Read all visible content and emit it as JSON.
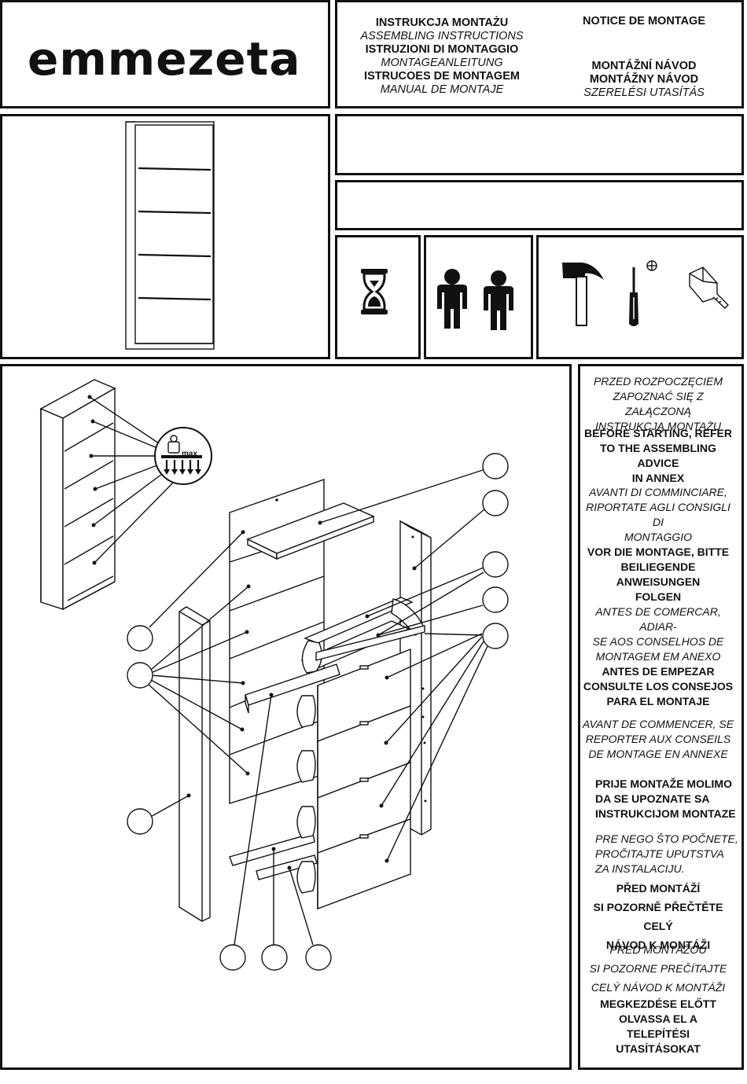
{
  "brand": {
    "logo_text": "emmezeta"
  },
  "title_left": [
    {
      "text": "INSTRUKCJA MONTAŻU",
      "style": "b"
    },
    {
      "text": "ASSEMBLING INSTRUCTIONS",
      "style": "i"
    },
    {
      "text": "ISTRUZIONI DI MONTAGGIO",
      "style": "b"
    },
    {
      "text": "MONTAGEANLEITUNG",
      "style": "i"
    },
    {
      "text": "ISTRUCOES DE MONTAGEM",
      "style": "b"
    },
    {
      "text": "MANUAL DE MONTAJE",
      "style": "i"
    }
  ],
  "title_right": {
    "top": "NOTICE DE MONTAGE",
    "lines": [
      {
        "text": "MONTÁŽNÍ NÁVOD",
        "style": "b"
      },
      {
        "text": "MONTÁŽNY NÁVOD",
        "style": "b"
      },
      {
        "text": "SZERELÉSI UTASÍTÁS",
        "style": "i"
      }
    ]
  },
  "notes": [
    {
      "lines": [
        "PRZED ROZPOCZĘCIEM",
        "ZAPOZNAĆ SIĘ Z ZAŁĄCZONĄ",
        "INSTRUKCJĄ MONTAŻU"
      ],
      "style": "it"
    },
    {
      "lines": [
        "BEFORE STARTING, REFER",
        "TO THE ASSEMBLING ADVICE",
        "IN ANNEX"
      ],
      "style": "bd"
    },
    {
      "lines": [
        "AVANTI DI COMMINCIARE,",
        "RIPORTATE AGLI CONSIGLI DI",
        "MONTAGGIO"
      ],
      "style": "it"
    },
    {
      "lines": [
        "VOR DIE MONTAGE, BITTE",
        "BEILIEGENDE ANWEISUNGEN",
        "FOLGEN"
      ],
      "style": "bd"
    },
    {
      "lines": [
        "ANTES DE COMERCAR, ADIAR-",
        "SE AOS CONSELHOS DE",
        "MONTAGEM EM ANEXO"
      ],
      "style": "it"
    },
    {
      "lines": [
        "ANTES DE EMPEZAR",
        "CONSULTE LOS CONSEJOS",
        "PARA EL MONTAJE"
      ],
      "style": "bd"
    },
    {
      "lines": [
        "AVANT DE COMMENCER, SE",
        "REPORTER AUX CONSEILS",
        "DE MONTAGE EN ANNEXE"
      ],
      "style": "it"
    },
    {
      "lines": [
        "PRIJE MONTAŽE MOLIMO",
        "DA SE UPOZNATE SA",
        "INSTRUKCIJOM MONTAZE"
      ],
      "style": "bd left"
    },
    {
      "lines": [
        "PRE NEGO ŠTO POČNETE,",
        "PROČITAJTE UPUTSTVA",
        "ZA INSTALACIJU."
      ],
      "style": "it left"
    },
    {
      "lines": [
        "PŘED MONTÁŽÍ",
        "SI POZORNĚ PŘEČTĚTE CELÝ",
        "NÁVOD K MONTÁŽI"
      ],
      "style": "bd"
    },
    {
      "lines": [
        "PRED MONTÁŽOU",
        "SI POZORNE PREČÍTAJTE",
        "CELÝ NÁVOD K MONTÁŽI"
      ],
      "style": "it"
    },
    {
      "lines": [
        "MEGKEZDÉSE ELŐTT",
        "OLVASSA EL A",
        "TELEPÍTÉSI",
        "UTASÍTÁSOKAT"
      ],
      "style": "bd"
    }
  ],
  "icons": {
    "time": "hourglass-icon",
    "persons": "two-persons-icon",
    "tools": [
      "hammer-icon",
      "phillips-screwdriver-icon",
      "tape-measure-icon"
    ],
    "weight": "max-load-icon",
    "weight_label": "max"
  }
}
